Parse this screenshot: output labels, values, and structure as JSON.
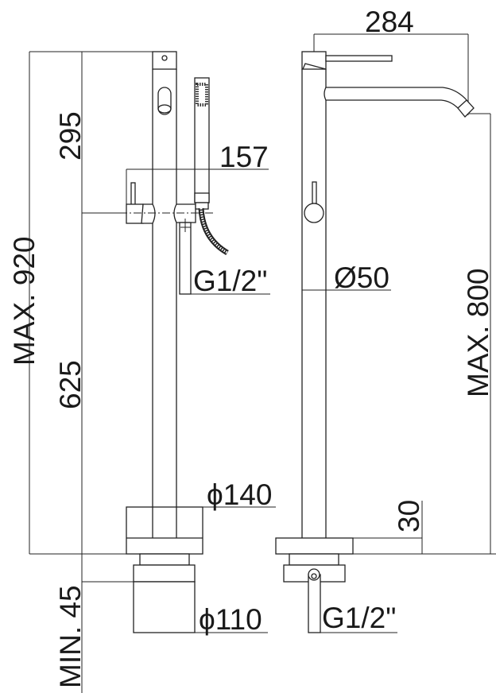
{
  "title": "Freestanding bath mixer technical drawing",
  "colors": {
    "line": "#222222",
    "background": "#ffffff"
  },
  "front_view": {
    "height_total": "MAX. 920",
    "height_upper": "295",
    "height_lower": "625",
    "width_shower": "157",
    "outlet_thread": "G1/2\"",
    "base_diameter": "ϕ140",
    "foot_diameter": "ϕ110",
    "min_depth": "MIN. 45"
  },
  "side_view": {
    "spout_reach": "284",
    "column_diameter": "Ø50",
    "spout_height": "MAX. 800",
    "base_height": "30",
    "inlet_thread": "G1/2\""
  }
}
